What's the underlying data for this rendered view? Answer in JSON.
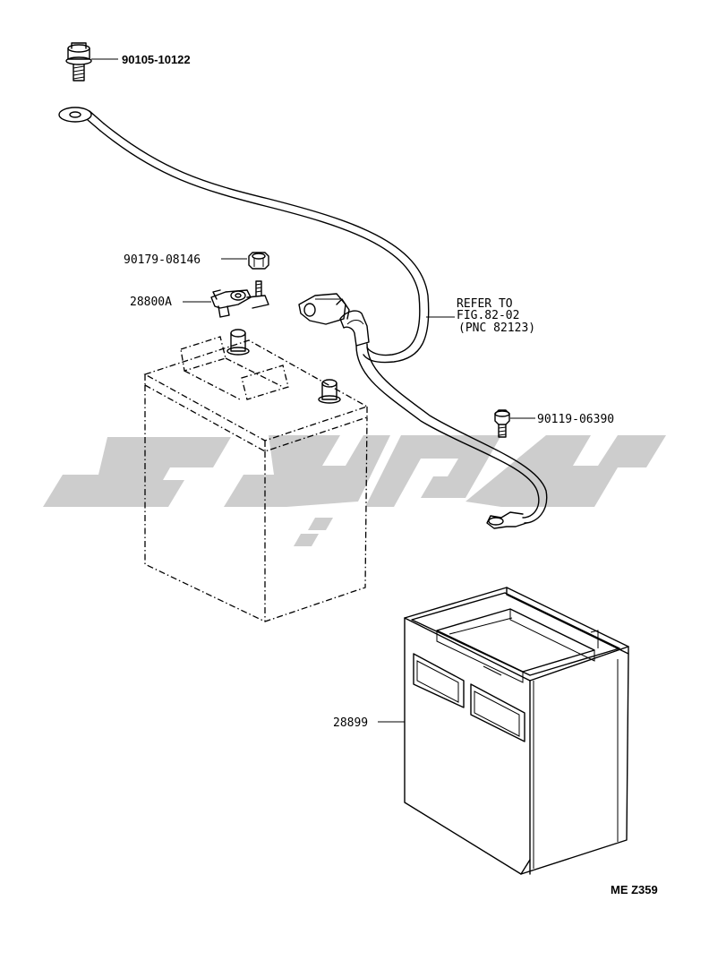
{
  "labels": {
    "bolt_top": "90105-10122",
    "nut": "90179-08146",
    "terminal": "28800A",
    "refer_line1": "REFER TO",
    "refer_line2": "FIG.82-02",
    "refer_line3": "(PNC 82123)",
    "bolt_right": "90119-06390",
    "tray": "28899",
    "code": "ME Z359"
  },
  "colors": {
    "line": "#000000",
    "watermark": "#c4c4c4",
    "background": "#ffffff"
  }
}
